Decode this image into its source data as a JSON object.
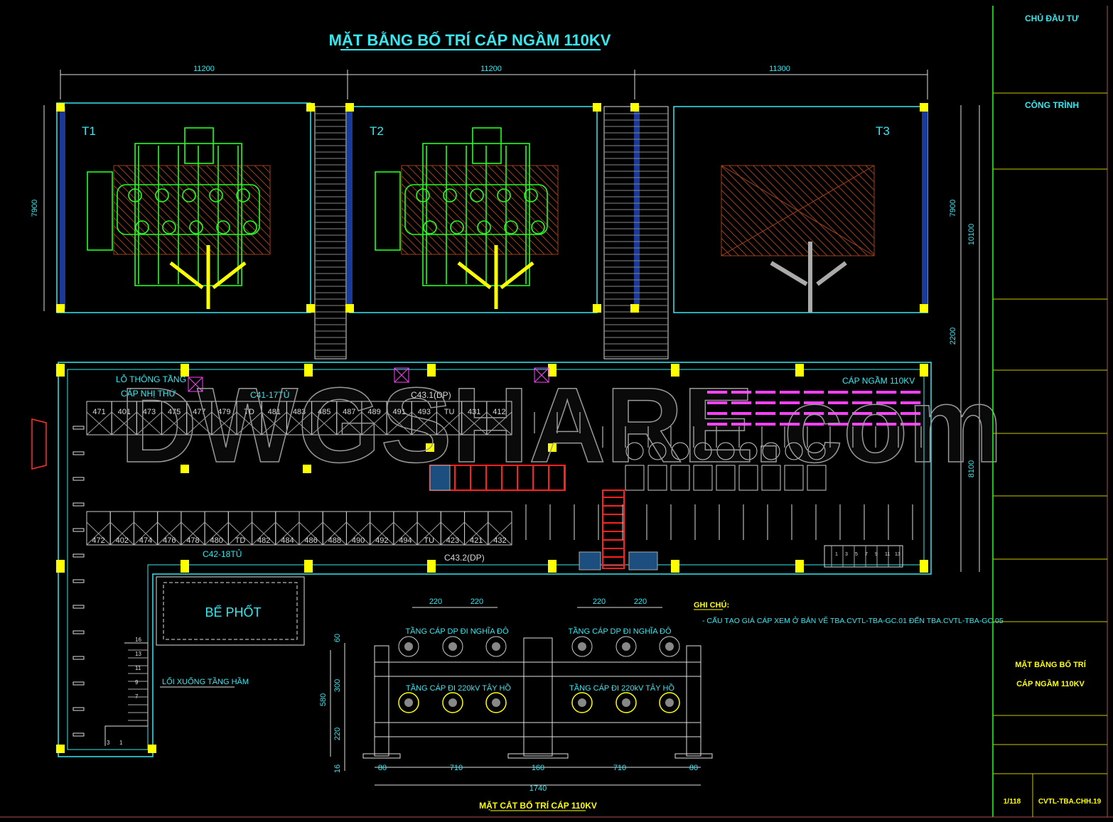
{
  "title": "MẶT BẰNG BỐ TRÍ CÁP NGẦM 110KV",
  "watermark": "DWGSHARE.com",
  "dimensions_top": [
    "11200",
    "11200",
    "11300"
  ],
  "dimensions_left": [
    "7900"
  ],
  "dimensions_right": [
    "7900",
    "10100",
    "2200",
    "8100"
  ],
  "transformers": [
    "T1",
    "T2",
    "T3"
  ],
  "room_labels": {
    "vent_line1": "LỖ THÔNG TẦNG",
    "vent_line2": "CÁP NHỊ THỨ",
    "row1_name": "C41-17TỦ",
    "row2_name": "C42-18TỦ",
    "c431": "C43.1(DP)",
    "c432": "C43.2(DP)",
    "cable_110": "CÁP NGẦM 110KV",
    "septic": "BỂ PHỐT",
    "stair_down": "LỐI XUỐNG TẦNG HẦM"
  },
  "cabinets_row1": [
    "471",
    "401",
    "473",
    "475",
    "477",
    "479",
    "TD",
    "481",
    "483",
    "485",
    "487",
    "489",
    "491",
    "493",
    "TU",
    "431",
    "412"
  ],
  "cabinets_row2": [
    "472",
    "402",
    "474",
    "476",
    "478",
    "480",
    "TD",
    "482",
    "484",
    "486",
    "488",
    "490",
    "492",
    "494",
    "TU",
    "423",
    "421",
    "432"
  ],
  "stair_left_numbers": [
    "16",
    "13",
    "11",
    "9",
    "7",
    "3",
    "1"
  ],
  "stair_right_numbers": [
    "1",
    "3",
    "5",
    "7",
    "9",
    "11",
    "13"
  ],
  "notes": {
    "heading": "GHI CHÚ:",
    "line1": "- CẤU TẠO GIÁ CÁP XEM Ở BẢN VẼ TBA.CVTL-TBA-GC.01 ĐẾN TBA.CVTL-TBA-GC.05"
  },
  "section": {
    "title": "MẶT CẮT BỐ TRÍ CÁP 110KV",
    "top_dims": [
      "220",
      "220",
      "220",
      "220"
    ],
    "tier_upper": "TẦNG CÁP DP ĐI NGHĨA ĐÔ",
    "tier_lower": "TẦNG CÁP ĐI 220kV TÂY HỒ",
    "left_dims": [
      "60",
      "300",
      "220",
      "16"
    ],
    "total_height": "580",
    "bottom_dims": [
      "80",
      "710",
      "160",
      "710",
      "80"
    ],
    "total_width": "1740"
  },
  "title_block": {
    "owner": "CHỦ ĐẦU TƯ",
    "project": "CÔNG TRÌNH",
    "drawing_name_line1": "MẶT BẰNG BỐ TRÍ",
    "drawing_name_line2": "CÁP NGẦM 110KV",
    "sheet": "1/118",
    "drawing_code": "CVTL-TBA.CHH.19"
  },
  "colors": {
    "background": "#000000",
    "cyan": "#35e8f0",
    "yellow": "#ffff00",
    "green": "#22ff22",
    "magenta": "#ff40ff",
    "red": "#ff2020",
    "hatch": "#a0401a"
  }
}
